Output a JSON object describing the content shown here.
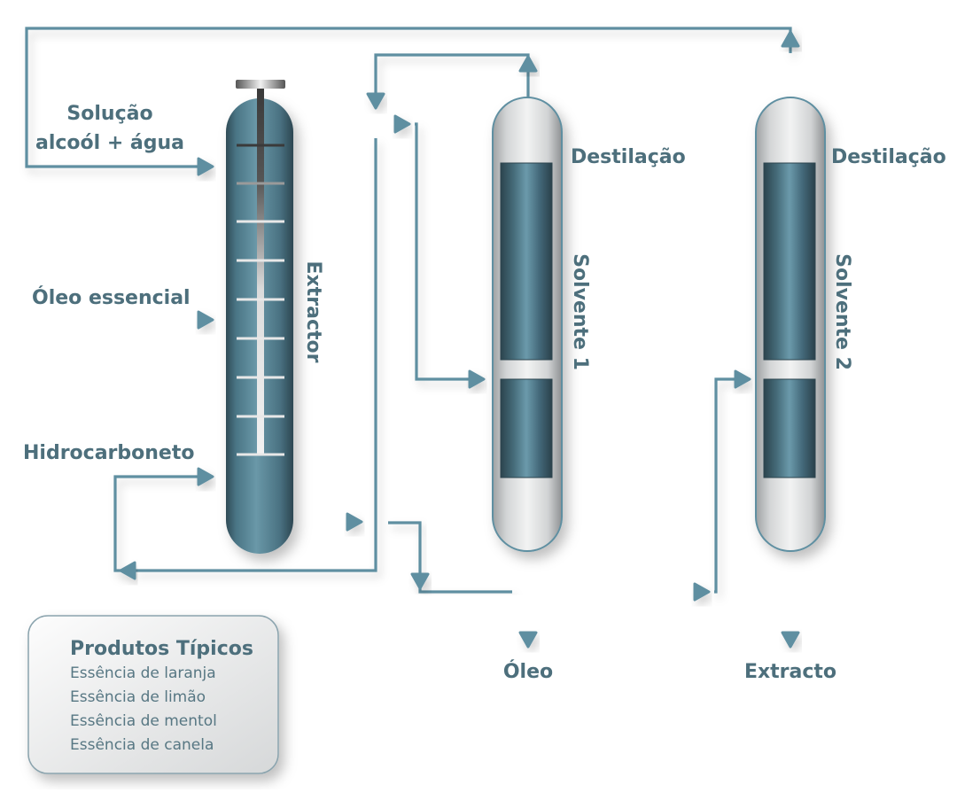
{
  "diagram": {
    "title": "Extracção com solventes",
    "colors": {
      "pipe": "#5f8fa1",
      "text": "#4d6f7c",
      "vessel_dark": "#2f4b56",
      "vessel_light": "#6a98a8",
      "column_shell": "#d9dadb"
    },
    "inputs": {
      "solucao_line1": "Solução",
      "solucao_line2": "alcoól + água",
      "oleo_essencial": "Óleo essencial",
      "hidrocarboneto": "Hidrocarboneto"
    },
    "units": {
      "extractor": "Extractor",
      "column1_label": "Destilação",
      "column1_solvent": "Solvente 1",
      "column2_label": "Destilação",
      "column2_solvent": "Solvente 2"
    },
    "outputs": {
      "oleo": "Óleo",
      "extracto": "Extracto"
    },
    "products_box": {
      "title": "Produtos Típicos",
      "items": [
        "Essência de laranja",
        "Essência de limão",
        "Essência de mentol",
        "Essência de canela"
      ]
    }
  }
}
